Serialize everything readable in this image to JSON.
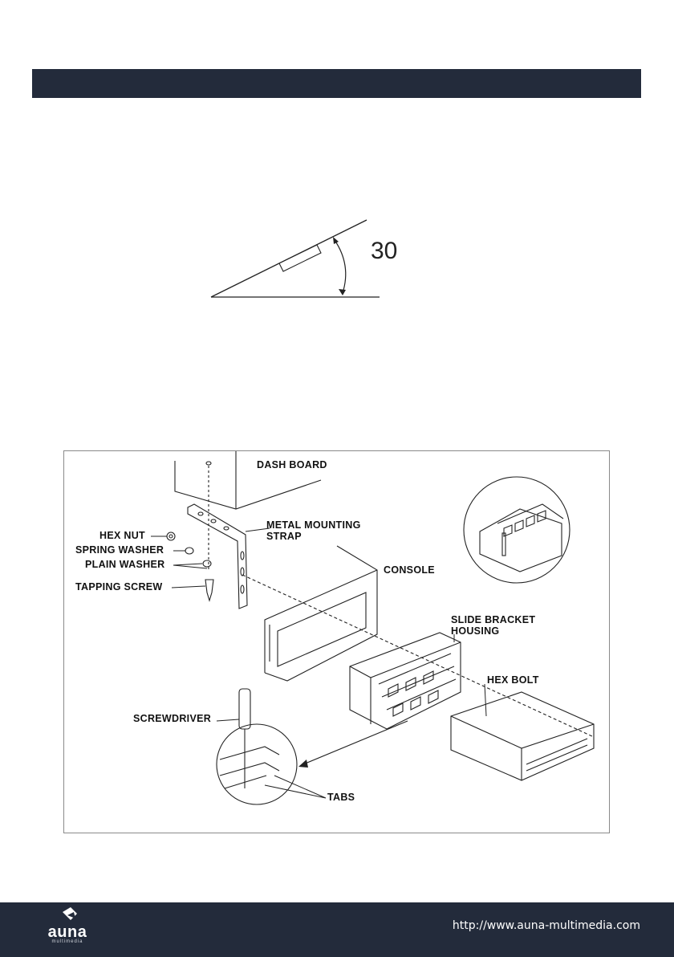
{
  "angle_figure": {
    "angle_label": "30"
  },
  "installation_diagram": {
    "labels": {
      "dash_board": "DASH BOARD",
      "metal_mounting_strap_1": "METAL MOUNTING",
      "metal_mounting_strap_2": "STRAP",
      "hex_nut": "HEX NUT",
      "spring_washer": "SPRING WASHER",
      "plain_washer": "PLAIN WASHER",
      "tapping_screw": "TAPPING SCREW",
      "console": "CONSOLE",
      "slide_bracket_1": "SLIDE BRACKET",
      "slide_bracket_2": "HOUSING",
      "hex_bolt": "HEX BOLT",
      "screwdriver": "SCREWDRIVER",
      "tabs": "TABS"
    }
  },
  "footer": {
    "brand": "auna",
    "brand_sub": "multimedia",
    "url": "http://www.auna-multimedia.com"
  },
  "colors": {
    "bar": "#232b3b"
  }
}
